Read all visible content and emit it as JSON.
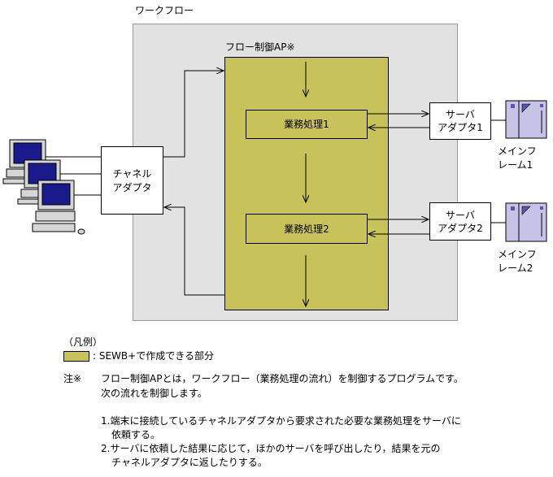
{
  "workflow_label": "ワークフロー",
  "flow_ap_label": "フロー制御AP※",
  "task1": "業務処理1",
  "task2": "業務処理2",
  "channel_adapter": [
    "チャネル",
    "アダプタ"
  ],
  "server_adapter1": [
    "サーバ",
    "アダプタ1"
  ],
  "server_adapter2": [
    "サーバ",
    "アダプタ2"
  ],
  "mainframe1": [
    "メインフ",
    "レーム1"
  ],
  "mainframe2": [
    "メインフ",
    "レーム2"
  ],
  "legend": {
    "title": "（凡例）",
    "item": ": SEWB+で作成できる部分"
  },
  "note": {
    "mark": "注※",
    "line1": "フロー制御APとは，ワークフロー（業務処理の流れ）を制御するプログラムです。",
    "line2": "次の流れを制御します。",
    "item1a": "1.端末に接続しているチャネルアダプタから要求された必要な業務処理をサーバに",
    "item1b": "依頼する。",
    "item2a": "2.サーバに依頼した結果に応じて，ほかのサーバを呼び出したり，結果を元の",
    "item2b": "チャネルアダプタに返したりする。"
  },
  "colors": {
    "sewb_fill": "#c8c25a",
    "workflow_bg": "#e2e2e2"
  }
}
